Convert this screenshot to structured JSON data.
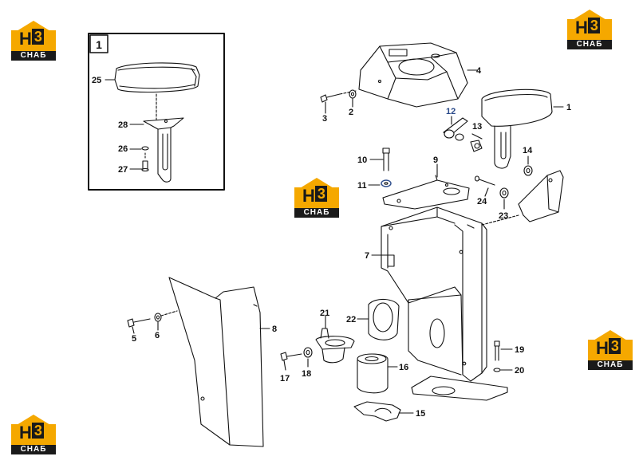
{
  "inset": {
    "number": "1"
  },
  "logos": [
    {
      "top": "H",
      "mid": "3",
      "bottom": "СНАБ"
    },
    {
      "top": "H",
      "mid": "3",
      "bottom": "СНАБ"
    },
    {
      "top": "H",
      "mid": "3",
      "bottom": "СНАБ"
    },
    {
      "top": "H",
      "mid": "3",
      "bottom": "СНАБ"
    },
    {
      "top": "H",
      "mid": "3",
      "bottom": "СНАБ"
    }
  ],
  "callouts": {
    "c1": "1",
    "c2": "2",
    "c3": "3",
    "c4": "4",
    "c5": "5",
    "c6": "6",
    "c7": "7",
    "c8": "8",
    "c9": "9",
    "c10": "10",
    "c11": "11",
    "c12": "12",
    "c13": "13",
    "c14": "14",
    "c15": "15",
    "c16": "16",
    "c17": "17",
    "c18": "18",
    "c19": "19",
    "c20": "20",
    "c21": "21",
    "c22": "22",
    "c23": "23",
    "c24": "24",
    "c25": "25",
    "c26": "26",
    "c27": "27",
    "c28": "28"
  },
  "colors": {
    "line": "#111111",
    "highlight": "#2a4a8a",
    "logo_yellow": "#f5a800",
    "logo_dark": "#1a1a1a"
  }
}
